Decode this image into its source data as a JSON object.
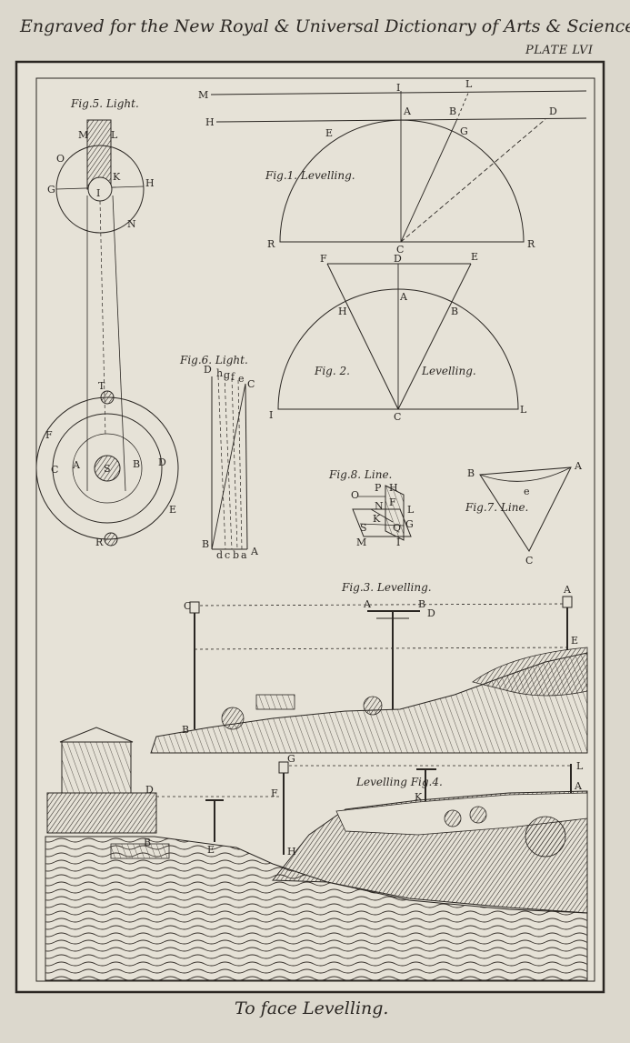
{
  "header": {
    "title": "Engraved for the New Royal & Universal Dictionary of Arts & Sciences",
    "plate": "PLATE LVI"
  },
  "footer": {
    "caption": "To face Levelling."
  },
  "figures": {
    "fig1": {
      "caption": "Fig.1. Levelling.",
      "labels": {
        "M": "M",
        "H": "H",
        "I": "I",
        "L": "L",
        "A": "A",
        "B": "B",
        "D": "D",
        "E": "E",
        "G": "G",
        "R1": "R",
        "C": "C",
        "R2": "R"
      }
    },
    "fig2": {
      "caption": "Fig. 2.",
      "caption2": "Levelling.",
      "labels": {
        "F": "F",
        "D": "D",
        "E": "E",
        "A": "A",
        "H": "H",
        "B": "B",
        "I": "I",
        "C": "C",
        "L": "L"
      }
    },
    "fig3": {
      "caption": "Fig.3. Levelling.",
      "labels": {
        "C": "C",
        "A1": "A",
        "B": "B",
        "D": "D",
        "A2": "A",
        "E": "E",
        "Bb": "B"
      }
    },
    "fig4": {
      "caption": "Levelling Fig.4.",
      "labels": {
        "G": "G",
        "L": "L",
        "D": "D",
        "F": "F",
        "K": "K",
        "A": "A",
        "B": "B",
        "E": "E",
        "H": "H"
      }
    },
    "fig5": {
      "caption": "Fig.5. Light.",
      "labels": {
        "M": "M",
        "L": "L",
        "O": "O",
        "K": "K",
        "G": "G",
        "I": "I",
        "H": "H",
        "N": "N",
        "T": "T",
        "F": "F",
        "C": "C",
        "A": "A",
        "S": "S",
        "B": "B",
        "D": "D",
        "E": "E",
        "R": "R"
      }
    },
    "fig6": {
      "caption": "Fig.6. Light.",
      "labels": {
        "D": "D",
        "h": "h",
        "g": "g",
        "f": "f",
        "e": "e",
        "C": "C",
        "B": "B",
        "d": "d",
        "c": "c",
        "b": "b",
        "a": "a",
        "A": "A"
      }
    },
    "fig7": {
      "caption": "Fig.7. Line.",
      "labels": {
        "B": "B",
        "A": "A",
        "e": "e",
        "C": "C"
      }
    },
    "fig8": {
      "caption": "Fig.8. Line.",
      "labels": {
        "O": "O",
        "P": "P",
        "H": "H",
        "N": "N",
        "F": "F",
        "K": "K",
        "L": "L",
        "S": "S",
        "Q": "Q",
        "G": "G",
        "M": "M",
        "I": "I"
      }
    }
  }
}
